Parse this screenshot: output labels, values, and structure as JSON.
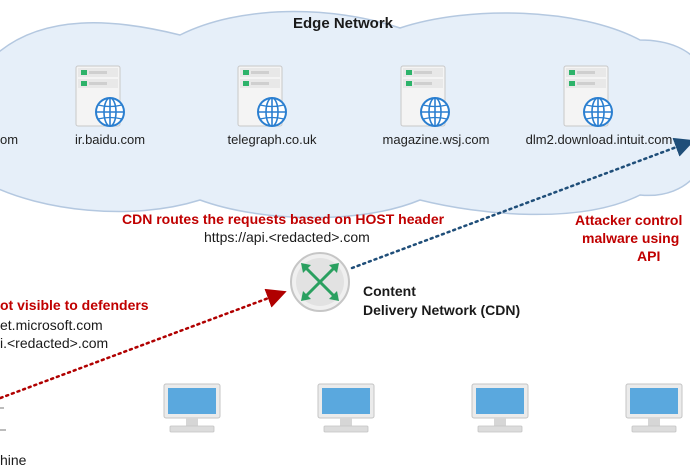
{
  "edge_network": {
    "title": "Edge Network",
    "hosts": [
      {
        "label": "om",
        "icon": "server-globe-icon"
      },
      {
        "label": "ir.baidu.com",
        "icon": "server-globe-icon"
      },
      {
        "label": "telegraph.co.uk",
        "icon": "server-globe-icon"
      },
      {
        "label": "magazine.wsj.com",
        "icon": "server-globe-icon"
      },
      {
        "label": "dlm2.download.intuit.com",
        "icon": "server-globe-icon"
      }
    ]
  },
  "cdn_routing": {
    "heading": "CDN routes the requests based on HOST header",
    "host_url": "https://api.<redacted>.com"
  },
  "cdn_node": {
    "line1": "Content",
    "line2": "Delivery Network (CDN)",
    "icon": "router-arrows-icon"
  },
  "attacker": {
    "line1": "Attacker control",
    "line2": "malware using",
    "line3": "API"
  },
  "defenders": {
    "heading": "ot visible to defenders",
    "line1": "et.microsoft.com",
    "line2": "i.<redacted>.com"
  },
  "machine": {
    "label": "hine"
  },
  "computers": [
    {
      "icon": "desktop-computer-icon"
    },
    {
      "icon": "desktop-computer-icon"
    },
    {
      "icon": "desktop-computer-icon"
    },
    {
      "icon": "desktop-computer-icon"
    }
  ],
  "colors": {
    "cloud_fill": "#e6eff9",
    "cloud_stroke": "#b4c8e0",
    "red_text": "#c00000",
    "red_arrow": "#b00000",
    "blue_arrow": "#1f4e79",
    "globe": "#2b7fd0",
    "server_green": "#2db36a",
    "router_green": "#2aa060",
    "screen_blue": "#5aa8de"
  }
}
